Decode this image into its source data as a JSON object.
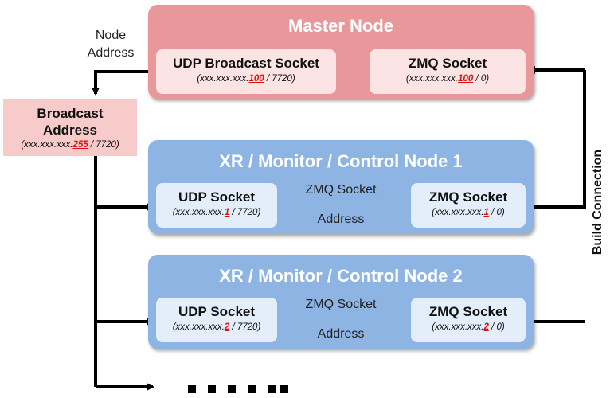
{
  "master": {
    "title": "Master Node",
    "udp": {
      "label": "UDP Broadcast Socket",
      "addr_prefix": "(xxx.xxx.xxx.",
      "addr_host": "100",
      "addr_suffix": " / 7720)"
    },
    "zmq": {
      "label": "ZMQ Socket",
      "addr_prefix": "(xxx.xxx.xxx.",
      "addr_host": "100",
      "addr_suffix": " / 0)"
    }
  },
  "broadcast": {
    "title": "Broadcast Address",
    "addr_prefix": "(xxx.xxx.xxx.",
    "addr_host": "255",
    "addr_suffix": " / 7720)"
  },
  "node_address_label": "Node Address",
  "build_connection_label": "Build Connection",
  "nodes": [
    {
      "title": "XR / Monitor / Control Node 1",
      "udp": {
        "label": "UDP Socket",
        "addr_prefix": "(xxx.xxx.xxx.",
        "addr_host": "1",
        "addr_suffix": " / 7720)"
      },
      "zmq": {
        "label": "ZMQ Socket",
        "addr_prefix": "(xxx.xxx.xxx.",
        "addr_host": "1",
        "addr_suffix": " / 0)"
      },
      "arrow_top": "ZMQ Socket",
      "arrow_bottom": "Address"
    },
    {
      "title": "XR / Monitor / Control Node 2",
      "udp": {
        "label": "UDP Socket",
        "addr_prefix": "(xxx.xxx.xxx.",
        "addr_host": "2",
        "addr_suffix": " / 7720)"
      },
      "zmq": {
        "label": "ZMQ Socket",
        "addr_prefix": "(xxx.xxx.xxx.",
        "addr_host": "2",
        "addr_suffix": " / 0)"
      },
      "arrow_top": "ZMQ Socket",
      "arrow_bottom": "Address"
    }
  ],
  "colors": {
    "master_fill": "#e8979a",
    "master_socket_fill": "#fbe4e3",
    "broadcast_fill": "#f6cbc9",
    "node_fill": "#8db4e2",
    "node_socket_fill": "#e4eefa",
    "line": "#000000",
    "highlight": "#e01010"
  }
}
